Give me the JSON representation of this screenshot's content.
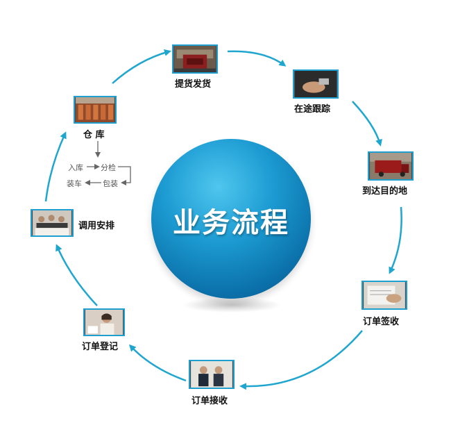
{
  "center_title": "业务流程",
  "steps": [
    {
      "name": "提货发货",
      "icon": "truck-loading-icon"
    },
    {
      "name": "在途跟踪",
      "icon": "hand-phone-icon"
    },
    {
      "name": "到达目的地",
      "icon": "truck-icon"
    },
    {
      "name": "订单签收",
      "icon": "signing-document-icon"
    },
    {
      "name": "订单接收",
      "icon": "business-meeting-icon"
    },
    {
      "name": "订单登记",
      "icon": "operator-icon"
    },
    {
      "name": "调用安排",
      "icon": "meeting-table-icon"
    },
    {
      "name": "仓 库",
      "icon": "warehouse-icon"
    }
  ],
  "warehouse_flow": {
    "in": "入库",
    "sort": "分检",
    "pack": "包装",
    "load": "装车"
  },
  "colors": {
    "arrow": "#1fa6cf",
    "accent": "#1f9fd0",
    "circle": "#1c9bd2"
  }
}
